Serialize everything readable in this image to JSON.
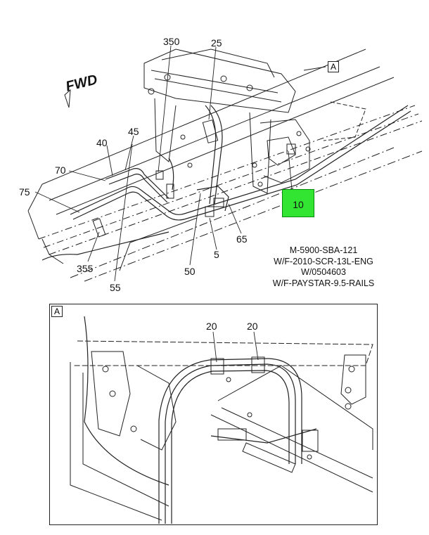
{
  "top_view": {
    "direction_label": "FWD",
    "view_tag": "A",
    "callouts": [
      {
        "id": "350",
        "label": "350"
      },
      {
        "id": "25",
        "label": "25"
      },
      {
        "id": "45",
        "label": "45"
      },
      {
        "id": "40",
        "label": "40"
      },
      {
        "id": "70",
        "label": "70"
      },
      {
        "id": "75",
        "label": "75"
      },
      {
        "id": "65",
        "label": "65"
      },
      {
        "id": "5",
        "label": "5"
      },
      {
        "id": "50",
        "label": "50"
      },
      {
        "id": "355",
        "label": "355"
      },
      {
        "id": "55",
        "label": "55"
      }
    ],
    "highlighted_part": {
      "label": "10",
      "color": "#33e533"
    },
    "info_lines": [
      "M-5900-SBA-121",
      "W/F-2010-SCR-13L-ENG",
      "W/0504603",
      "W/F-PAYSTAR-9.5-RAILS"
    ]
  },
  "detail_view": {
    "tag": "A",
    "callouts": [
      {
        "id": "20a",
        "label": "20"
      },
      {
        "id": "20b",
        "label": "20"
      }
    ]
  }
}
